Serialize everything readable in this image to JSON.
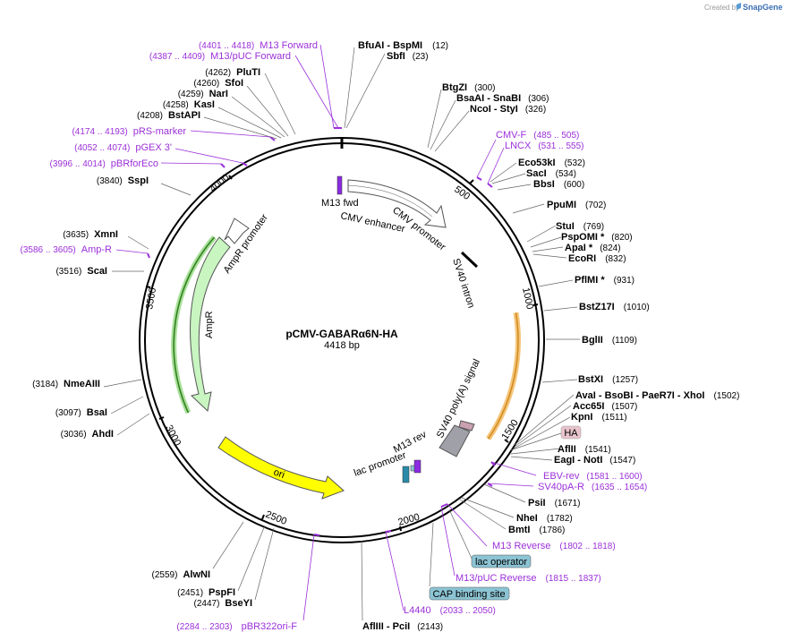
{
  "watermark": "Created by",
  "brand": "SnapGene",
  "plasmid": {
    "name": "pCMV-GABARα6N-HA",
    "length": "4418 bp"
  },
  "ticks": [
    "500",
    "1000",
    "1500",
    "2000",
    "2500",
    "3000",
    "3500",
    "4000"
  ],
  "sites_right": [
    {
      "name": "BfuAI",
      "name2": "BspMI",
      "coord": "(12)"
    },
    {
      "name": "SbfI",
      "coord": "(23)"
    },
    {
      "name": "BtgZI",
      "coord": "(300)"
    },
    {
      "name": "BsaAI",
      "name2": "SnaBI",
      "coord": "(306)"
    },
    {
      "name": "NcoI",
      "name2": "StyI",
      "coord": "(326)"
    },
    {
      "name": "Eco53kI",
      "coord": "(532)"
    },
    {
      "name": "SacI",
      "coord": "(534)"
    },
    {
      "name": "BbsI",
      "coord": "(600)"
    },
    {
      "name": "PpuMI",
      "coord": "(702)"
    },
    {
      "name": "StuI",
      "coord": "(769)"
    },
    {
      "name": "PspOMI *",
      "coord": "(820)"
    },
    {
      "name": "ApaI *",
      "coord": "(824)"
    },
    {
      "name": "EcoRI",
      "coord": "(832)"
    },
    {
      "name": "PflMI *",
      "coord": "(931)"
    },
    {
      "name": "BstZ17I",
      "coord": "(1010)"
    },
    {
      "name": "BglII",
      "coord": "(1109)"
    },
    {
      "name": "BstXI",
      "coord": "(1257)"
    },
    {
      "name": "AvaI",
      "name2": "BsoBI",
      "name3": "PaeR7I",
      "name4": "XhoI",
      "coord": "(1502)"
    },
    {
      "name": "Acc65I",
      "coord": "(1507)"
    },
    {
      "name": "KpnI",
      "coord": "(1511)"
    },
    {
      "name": "AflII",
      "coord": "(1541)"
    },
    {
      "name": "EagI",
      "name2": "NotI",
      "coord": "(1547)"
    },
    {
      "name": "PsiI",
      "coord": "(1671)"
    },
    {
      "name": "NheI",
      "coord": "(1782)"
    },
    {
      "name": "BmtI",
      "coord": "(1786)"
    }
  ],
  "sites_left": [
    {
      "name": "PluTI",
      "coord": "(4262)"
    },
    {
      "name": "SfoI",
      "coord": "(4260)"
    },
    {
      "name": "NarI",
      "coord": "(4259)"
    },
    {
      "name": "KasI",
      "coord": "(4258)"
    },
    {
      "name": "BstAPI",
      "coord": "(4208)"
    },
    {
      "name": "SspI",
      "coord": "(3840)"
    },
    {
      "name": "XmnI",
      "coord": "(3635)"
    },
    {
      "name": "ScaI",
      "coord": "(3516)"
    },
    {
      "name": "NmeAIII",
      "coord": "(3184)"
    },
    {
      "name": "BsaI",
      "coord": "(3097)"
    },
    {
      "name": "AhdI",
      "coord": "(3036)"
    },
    {
      "name": "AlwNI",
      "coord": "(2559)"
    },
    {
      "name": "PspFI",
      "coord": "(2451)"
    },
    {
      "name": "BseYI",
      "coord": "(2447)"
    }
  ],
  "site_bottom": {
    "name": "AflIII",
    "name2": "PciI",
    "coord": "(2143)"
  },
  "primers": [
    {
      "name": "M13 Forward",
      "coord": "(4401 .. 4418)"
    },
    {
      "name": "M13/pUC Forward",
      "coord": "(4387 .. 4409)"
    },
    {
      "name": "pRS-marker",
      "coord": "(4174 .. 4193)"
    },
    {
      "name": "pGEX 3'",
      "coord": "(4052 .. 4074)"
    },
    {
      "name": "pBRforEco",
      "coord": "(3996 .. 4014)"
    },
    {
      "name": "Amp-R",
      "coord": "(3586 .. 3605)"
    },
    {
      "name": "CMV-F",
      "coord": "(485 .. 505)"
    },
    {
      "name": "LNCX",
      "coord": "(531 .. 555)"
    },
    {
      "name": "EBV-rev",
      "coord": "(1581 .. 1600)"
    },
    {
      "name": "SV40pA-R",
      "coord": "(1635 .. 1654)"
    },
    {
      "name": "M13 Reverse",
      "coord": "(1802 .. 1818)"
    },
    {
      "name": "M13/pUC Reverse",
      "coord": "(1815 .. 1837)"
    },
    {
      "name": "L4440",
      "coord": "(2033 .. 2050)"
    },
    {
      "name": "pBR322ori-F",
      "coord": "(2284 .. 2303)"
    }
  ],
  "badges": [
    {
      "label": "HA",
      "color": "#e8c4cc"
    },
    {
      "label": "lac operator",
      "color": "#8cc4d4"
    },
    {
      "label": "CAP binding site",
      "color": "#8cc4d4"
    }
  ],
  "features": {
    "m13_fwd": "M13 fwd",
    "cmv_enhancer": "CMV enhancer",
    "cmv_promoter": "CMV promoter",
    "sv40_intron": "SV40 intron",
    "sv40_polya": "SV40 poly(A) signal",
    "m13_rev": "M13 rev",
    "lac_promoter": "lac promoter",
    "ori": "ori",
    "ampr": "AmpR",
    "ampr_promoter": "AmpR promoter"
  },
  "colors": {
    "primer": "#9b30d9",
    "ampr": "#c8f5c0",
    "ori": "#ffff00",
    "cmv": "#ffffff",
    "polya": "#a0a0a8",
    "highlight_orange": "#f5a623",
    "highlight_green": "#5cb85c"
  }
}
